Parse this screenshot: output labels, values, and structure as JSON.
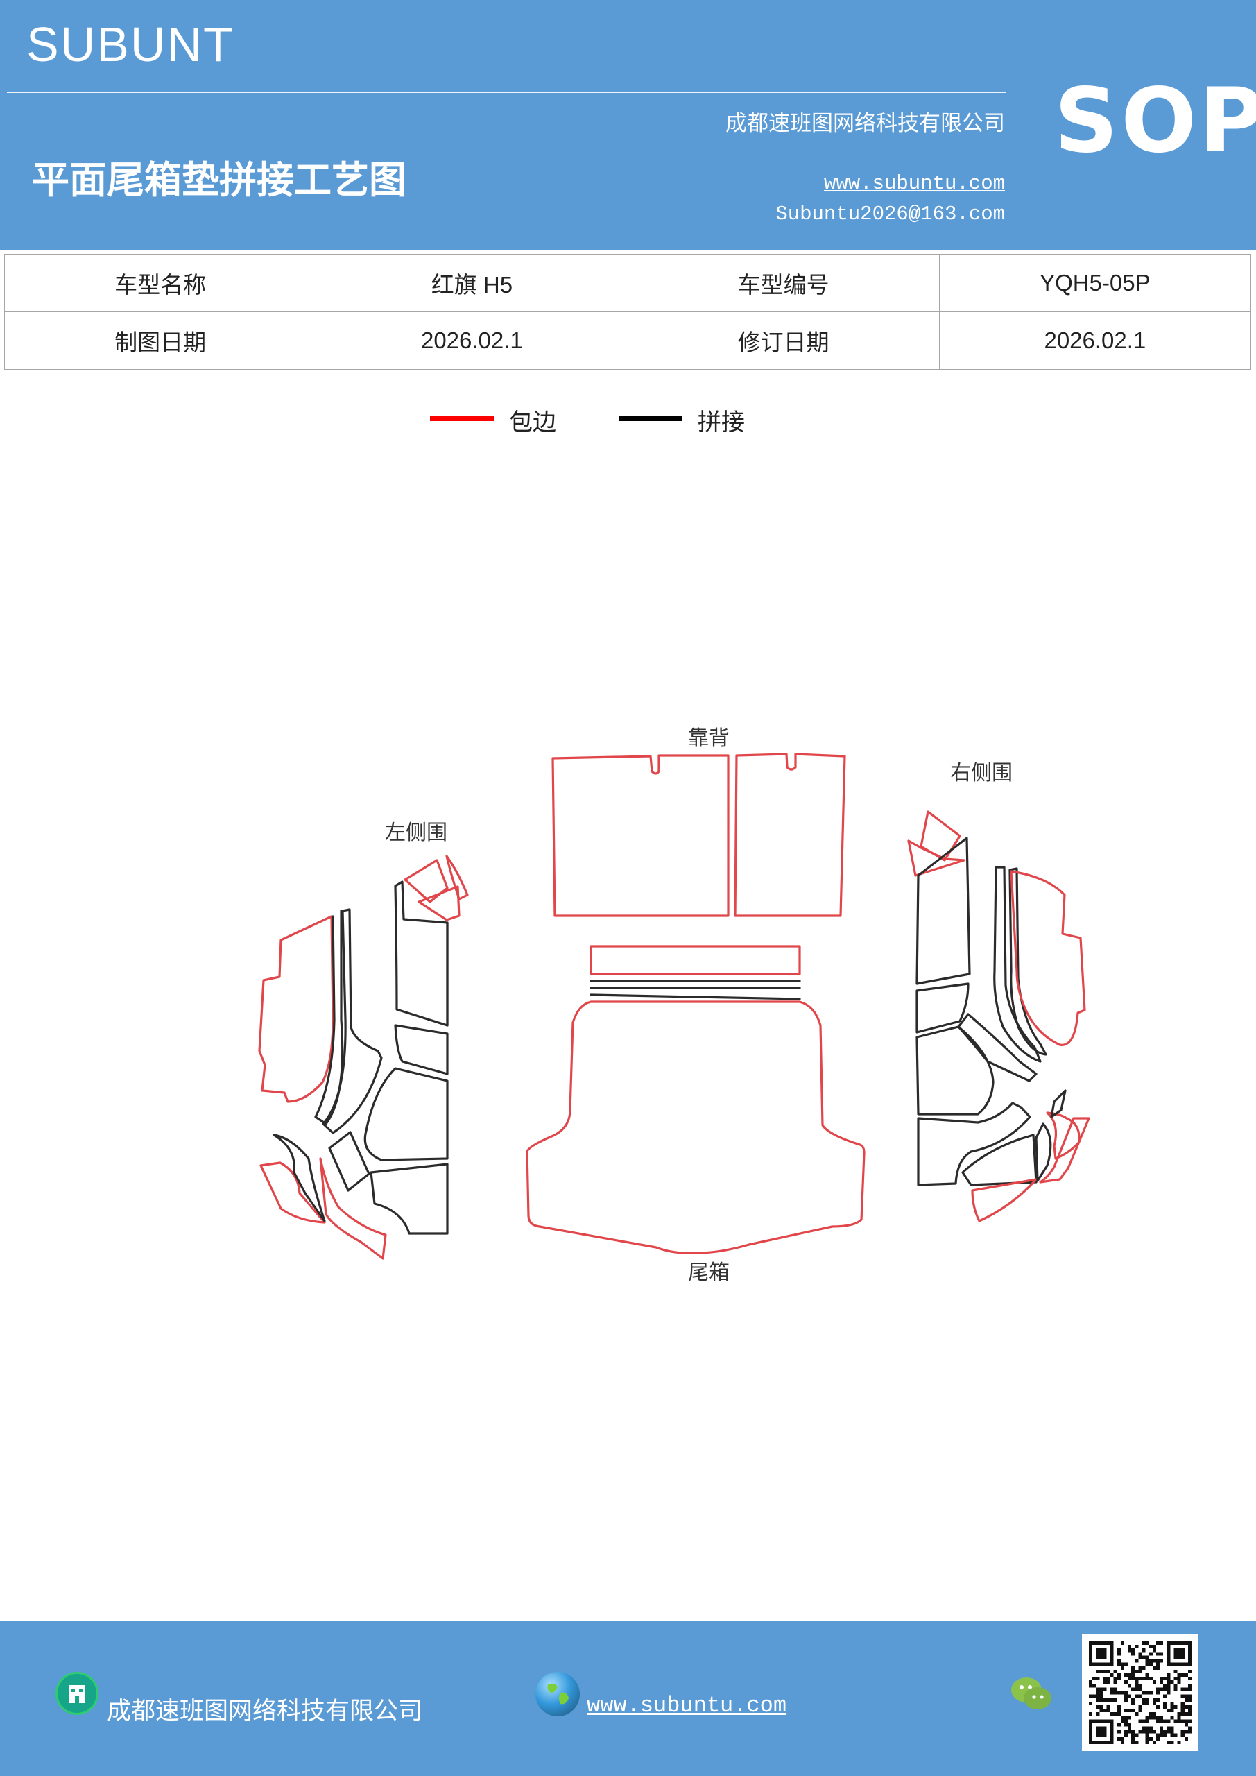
{
  "header": {
    "brand": "SUBUNT",
    "company": "成都速班图网络科技有限公司",
    "title": "平面尾箱垫拼接工艺图",
    "website": "www.subuntu.com",
    "email": "Subuntu2026@163.com",
    "sop": "SOP"
  },
  "info_table": {
    "rows": [
      [
        {
          "label": "车型名称"
        },
        {
          "value": "红旗 H5"
        },
        {
          "label": "车型编号"
        },
        {
          "value": "YQH5-05P"
        }
      ],
      [
        {
          "label": "制图日期"
        },
        {
          "value": "2026.02.1"
        },
        {
          "label": "修订日期"
        },
        {
          "value": "2026.02.1"
        }
      ]
    ]
  },
  "legend": [
    {
      "label": "包边",
      "color": "#ff0000"
    },
    {
      "label": "拼接",
      "color": "#000000"
    }
  ],
  "diagram": {
    "parts": {
      "backrest": "靠背",
      "left_side": "左侧围",
      "right_side": "右侧围",
      "trunk": "尾箱"
    },
    "colors": {
      "edge": "#e0464a",
      "seam": "#2b2b2b"
    }
  },
  "footer": {
    "company": "成都速班图网络科技有限公司",
    "website": "www.subuntu.com",
    "icons": [
      "building-icon",
      "globe-icon",
      "wechat-icon",
      "qr-code"
    ]
  }
}
